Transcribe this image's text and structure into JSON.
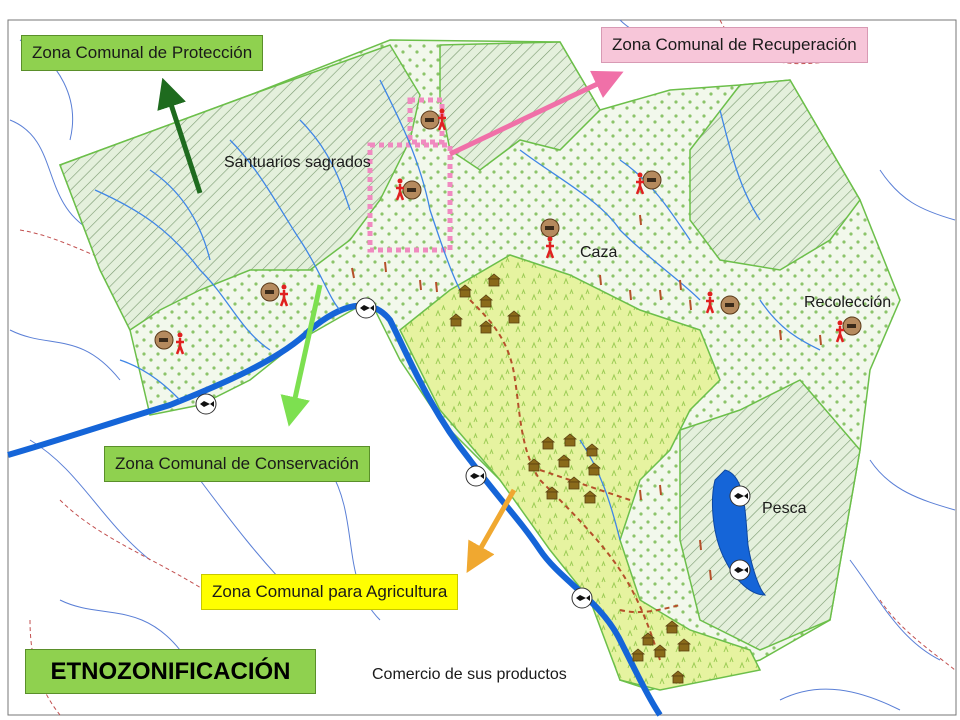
{
  "map": {
    "title": "ETNOZONIFICACIÓN",
    "zones": {
      "proteccion": {
        "label": "Zona Comunal de Protección",
        "color": "#8fd14f"
      },
      "recuperacion": {
        "label": "Zona Comunal de Recuperación",
        "color": "#f7c6d9"
      },
      "conservacion": {
        "label": "Zona Comunal de Conservación",
        "color": "#8fd14f"
      },
      "agricultura": {
        "label": "Zona Comunal para Agricultura",
        "color": "#ffff00"
      }
    },
    "places": {
      "santuarios": "Santuarios sagrados",
      "caza": "Caza",
      "recoleccion": "Recolección",
      "pesca": "Pesca",
      "comercio": "Comercio de sus productos"
    },
    "colors": {
      "river": "#1565d8",
      "agriculture_fill": "#e8f5a0",
      "protection_fill": "#cfe8c0",
      "conservation_fill": "#eef7e6",
      "border": "#6cbf4a",
      "trail": "#b5502a",
      "sanctuary": "#f08ac0"
    }
  }
}
